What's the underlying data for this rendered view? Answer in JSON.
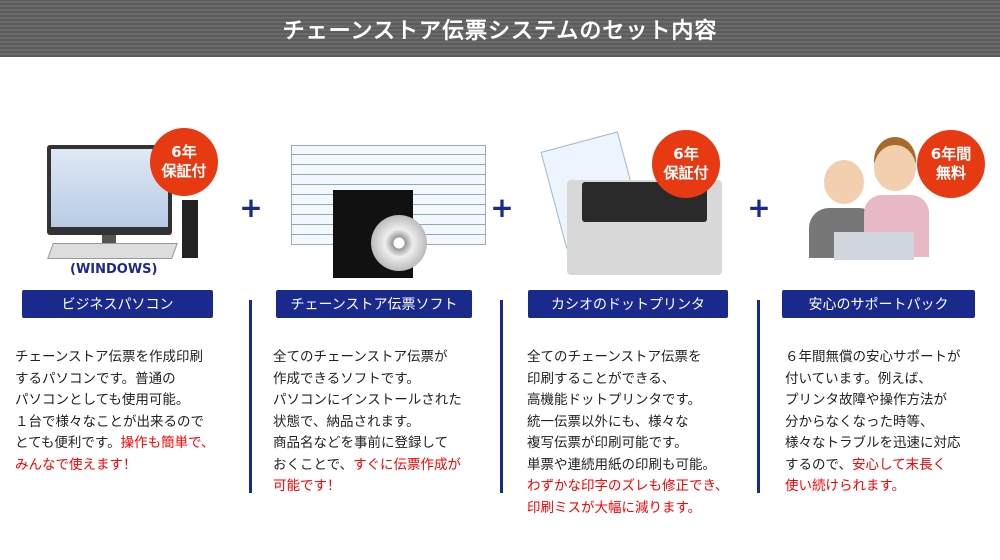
{
  "header": {
    "title": "チェーンストア伝票システムのセット内容"
  },
  "items": [
    {
      "label": "ビジネスパソコン",
      "badge": [
        "6年",
        "保証付"
      ],
      "caption": "(WINDOWS)",
      "text": "チェーンストア伝票を作成印刷\nするパソコンです。普通の\nパソコンとしても使用可能。\n１台で様々なことが出来るので\nとても便利です。",
      "highlight": "操作も簡単で、\nみんなで使えます！"
    },
    {
      "label": "チェーンストア伝票ソフト",
      "text": "全てのチェーンストア伝票が\n作成できるソフトです。\nパソコンにインストールされた\n状態で、納品されます。\n商品名などを事前に登録して\nおくことで、",
      "highlight": "すぐに伝票作成が\n可能です！"
    },
    {
      "label": "カシオのドットプリンタ",
      "badge": [
        "6年",
        "保証付"
      ],
      "text": "全てのチェーンストア伝票を\n印刷することができる、\n高機能ドットプリンタです。\n統一伝票以外にも、様々な\n複写伝票が印刷可能です。\n単票や連続用紙の印刷も可能。\n",
      "highlight": "わずかな印字のズレも修正でき、\n印刷ミスが大幅に減ります。"
    },
    {
      "label": "安心のサポートパック",
      "badge": [
        "6年間",
        "無料"
      ],
      "text": "６年間無償の安心サポートが\n付いています。例えば、\nプリンタ故障や操作方法が\n分からなくなった時等、\n様々なトラブルを迅速に対応\nするので、",
      "highlight": "安心して末長く\n使い続けられます。"
    }
  ],
  "plus": "+",
  "colors": {
    "accent": "#1a2a8c",
    "badge": "#e83a12",
    "highlight": "#ff0000"
  }
}
